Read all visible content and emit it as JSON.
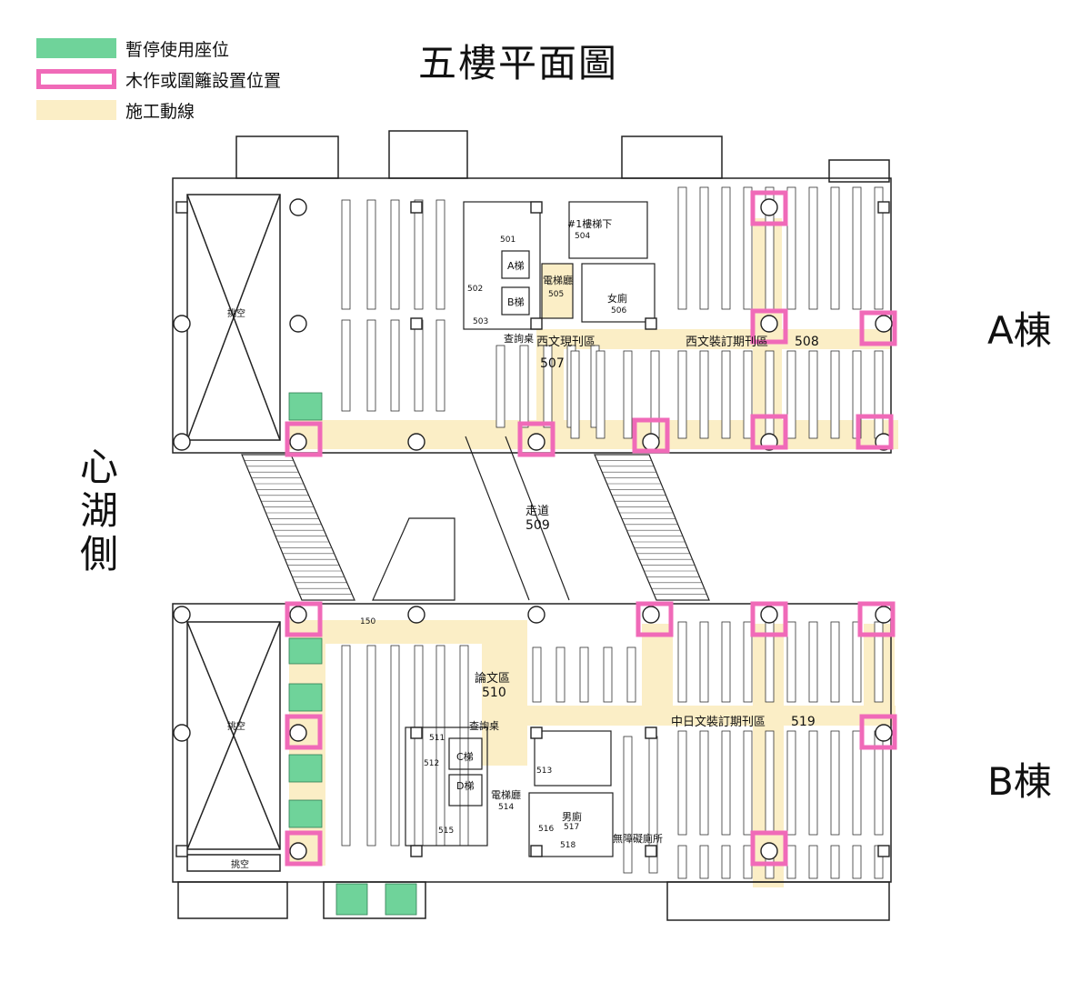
{
  "legend": {
    "paused_seating": "暫停使用座位",
    "woodwork_fence": "木作或圍籬設置位置",
    "construction_path": "施工動線"
  },
  "title": "五樓平面圖",
  "building_a": "A棟",
  "building_b": "B棟",
  "lake_side": "心湖側",
  "rooms": {
    "void_a": "挑空",
    "void_b": "挑空",
    "void_b_small": "挑空",
    "stair1": "#1樓梯下",
    "stair1_no": "504",
    "r501": "501",
    "elevA": "A梯",
    "elevB": "B梯",
    "r502": "502",
    "r503": "503",
    "lift_hall_a": "電梯廳",
    "lift_hall_a_no": "505",
    "toilet_f": "女廁",
    "toilet_f_no": "506",
    "query_a": "查詢桌",
    "western_current": "西文現刊區",
    "western_current_no": "507",
    "western_bound": "西文裝訂期刊區",
    "western_bound_no": "508",
    "corridor": "走道",
    "corridor_no": "509",
    "thesis": "論文區",
    "thesis_no": "510",
    "query_b": "查詢桌",
    "sino_bound": "中日文裝訂期刊區",
    "sino_bound_no": "519",
    "r511": "511",
    "r512": "512",
    "elevC": "C梯",
    "elevD": "D梯",
    "r513": "513",
    "lift_hall_b": "電梯廳",
    "lift_hall_b_no": "514",
    "r515": "515",
    "r516": "516",
    "toilet_m": "男廁",
    "r517": "517",
    "r518": "518",
    "accessible_toilet": "無障礙廁所",
    "stair_no": "150"
  },
  "colors": {
    "paused_green": "#6fd39a",
    "fence_pink": "#f06ab8",
    "path_yellow": "#fbeec6"
  }
}
